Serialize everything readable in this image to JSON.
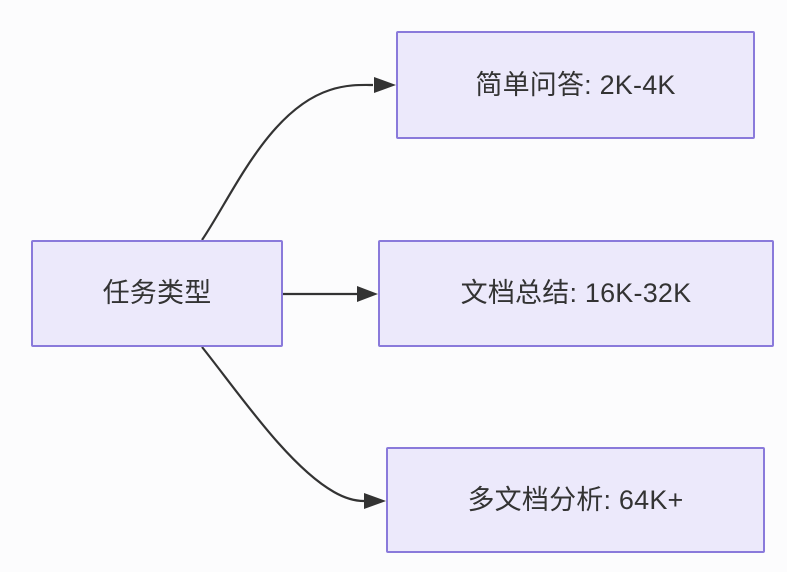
{
  "diagram": {
    "title": "",
    "background_color": "#fcfcfd",
    "node_fill_color": "#ece9fb",
    "node_border_color": "#8a7adb",
    "text_color": "#333333",
    "edge_color": "#333333",
    "source_node": {
      "id": "task-type",
      "label": "任务类型"
    },
    "target_nodes": [
      {
        "id": "simple-qa",
        "label": "简单问答: 2K-4K"
      },
      {
        "id": "doc-summary",
        "label": "文档总结: 16K-32K"
      },
      {
        "id": "multi-doc",
        "label": "多文档分析: 64K+"
      }
    ],
    "edges": [
      {
        "from": "task-type",
        "to": "simple-qa",
        "label": "",
        "style": "curved-arrow"
      },
      {
        "from": "task-type",
        "to": "doc-summary",
        "label": "",
        "style": "straight-arrow"
      },
      {
        "from": "task-type",
        "to": "multi-doc",
        "label": "",
        "style": "curved-arrow"
      }
    ]
  }
}
